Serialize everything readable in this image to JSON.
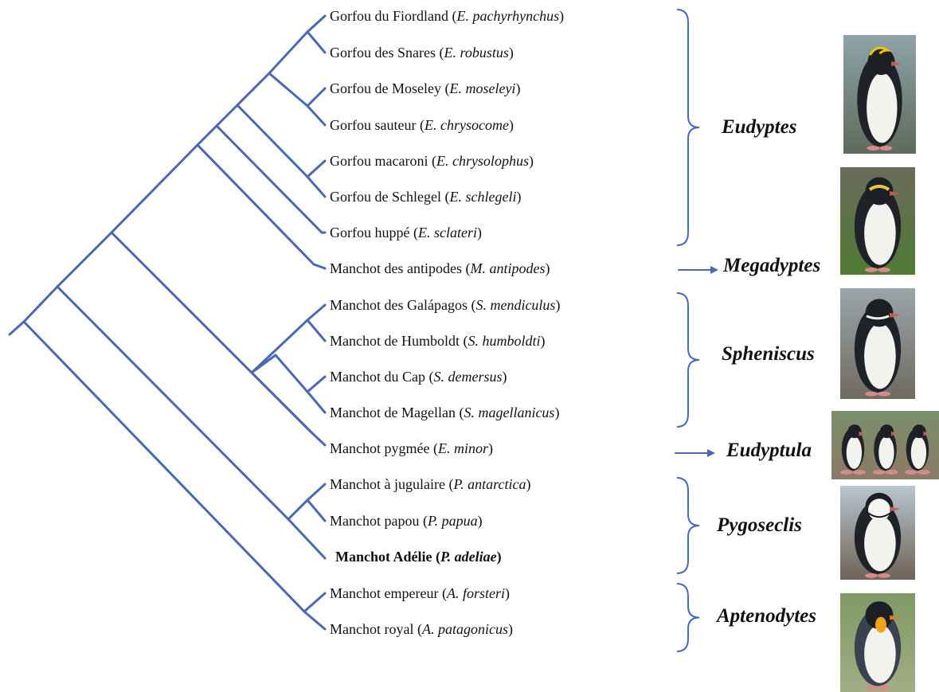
{
  "colors": {
    "tree": "#4A69B5",
    "bracket": "#4A69B5",
    "text": "#111111"
  },
  "species": [
    {
      "common": "Gorfou du Fiordland",
      "sci": "E. pachyrhynchus",
      "bold": false
    },
    {
      "common": "Gorfou des Snares",
      "sci": "E. robustus",
      "bold": false
    },
    {
      "common": "Gorfou de Moseley",
      "sci": "E. moseleyi",
      "bold": false
    },
    {
      "common": "Gorfou sauteur",
      "sci": "E. chrysocome",
      "bold": false
    },
    {
      "common": "Gorfou macaroni",
      "sci": "E. chrysolophus",
      "bold": false
    },
    {
      "common": "Gorfou de Schlegel",
      "sci": "E. schlegeli",
      "bold": false
    },
    {
      "common": "Gorfou huppé",
      "sci": "E. sclateri",
      "bold": false
    },
    {
      "common": "Manchot des antipodes",
      "sci": "M. antipodes",
      "bold": false
    },
    {
      "common": "Manchot des Galápagos",
      "sci": "S. mendiculus",
      "bold": false
    },
    {
      "common": "Manchot de Humboldt",
      "sci": "S. humboldti",
      "bold": false
    },
    {
      "common": "Manchot du Cap",
      "sci": "S. demersus",
      "bold": false
    },
    {
      "common": "Manchot de Magellan",
      "sci": "S. magellanicus",
      "bold": false
    },
    {
      "common": "Manchot pygmée",
      "sci": "E. minor",
      "bold": false
    },
    {
      "common": "Manchot à jugulaire",
      "sci": "P. antarctica",
      "bold": false
    },
    {
      "common": "Manchot papou",
      "sci": "P. papua",
      "bold": false
    },
    {
      "common": "Manchot Adélie",
      "sci": "P. adeliae",
      "bold": true
    },
    {
      "common": "Manchot empereur",
      "sci": "A. forsteri",
      "bold": false
    },
    {
      "common": "Manchot royal",
      "sci": "A. patagonicus",
      "bold": false
    }
  ],
  "genera": [
    {
      "name": "Eudyptes",
      "marker": "brace",
      "photo": "rockhopper-penguin"
    },
    {
      "name": "Megadyptes",
      "marker": "arrow",
      "photo": "yellow-eyed-penguin"
    },
    {
      "name": "Spheniscus",
      "marker": "brace",
      "photo": "african-penguin"
    },
    {
      "name": "Eudyptula",
      "marker": "arrow",
      "photo": "little-penguins"
    },
    {
      "name": "Pygoseclis",
      "marker": "brace",
      "photo": "chinstrap-penguin"
    },
    {
      "name": "Aptenodytes",
      "marker": "brace",
      "photo": "king-penguin"
    }
  ]
}
